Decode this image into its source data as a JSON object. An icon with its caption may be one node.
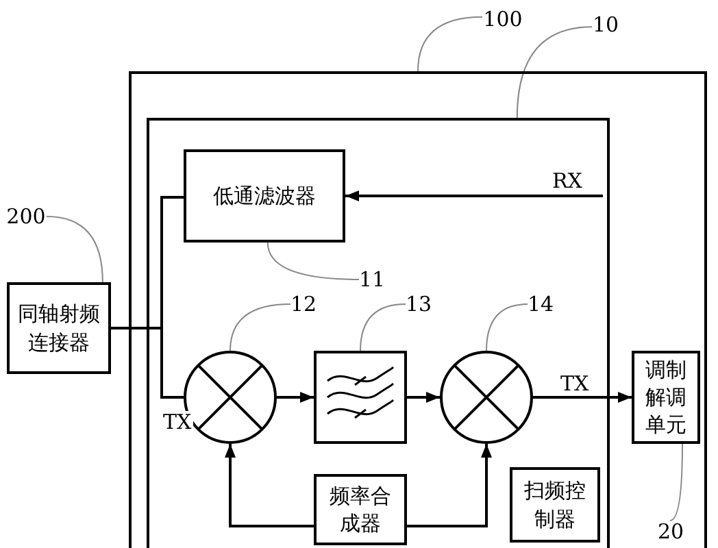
{
  "diagram": {
    "nodes": [
      {
        "text": [
          "100"
        ]
      },
      {
        "text": [
          "10"
        ]
      },
      {
        "text": [],
        "shape": "box"
      },
      {
        "text": [],
        "shape": "box",
        "in": 2
      },
      {
        "text": [
          "低通滤波器"
        ],
        "in": 3
      },
      {
        "text": [
          "200"
        ]
      },
      {
        "text": [
          "同轴射频连接器"
        ]
      },
      {
        "text": [
          "11"
        ],
        "in": 3
      },
      {
        "text": [
          "12"
        ],
        "in": 3
      },
      {
        "text": [
          "13"
        ],
        "in": 3
      },
      {
        "text": [
          "14"
        ],
        "in": 3
      },
      {
        "text": [],
        "shape": "circle",
        "in": 3
      },
      {
        "text": [],
        "shape": "box",
        "in": 3
      },
      {
        "text": [],
        "shape": "circle",
        "in": 3
      },
      {
        "text": [
          "调制解调单元"
        ],
        "in": 2
      },
      {
        "text": [
          "频率合成器"
        ],
        "in": 3
      },
      {
        "text": [
          "扫频控制器"
        ],
        "in": 3
      },
      {
        "text": [
          "20"
        ],
        "in": 2
      }
    ],
    "edges": [
      {
        "from": null,
        "to": 4,
        "arrow": "to",
        "label": "RX"
      },
      {
        "from": 6,
        "to": 4,
        "arrow": "none"
      },
      {
        "from": 6,
        "to": 11,
        "arrow": "none",
        "label": "TX"
      },
      {
        "from": 11,
        "to": 12,
        "arrow": "to"
      },
      {
        "from": 12,
        "to": 13,
        "arrow": "to"
      },
      {
        "from": 13,
        "to": 14,
        "arrow": "to",
        "label": "TX"
      },
      {
        "from": 15,
        "to": 11,
        "arrow": "to"
      },
      {
        "from": 15,
        "to": 13,
        "arrow": "to"
      },
      {
        "from": 0,
        "to": 2,
        "arrow": "none",
        "color": "#888888"
      },
      {
        "from": 1,
        "to": 3,
        "arrow": "none",
        "color": "#888888"
      },
      {
        "from": 5,
        "to": 6,
        "arrow": "none",
        "color": "#888888"
      },
      {
        "from": 7,
        "to": 4,
        "arrow": "none",
        "color": "#888888"
      },
      {
        "from": 8,
        "to": 11,
        "arrow": "none",
        "color": "#888888"
      },
      {
        "from": 9,
        "to": 12,
        "arrow": "none",
        "color": "#888888"
      },
      {
        "from": 10,
        "to": 13,
        "arrow": "none",
        "color": "#888888"
      },
      {
        "from": 17,
        "to": 14,
        "arrow": "none",
        "color": "#888888"
      }
    ]
  }
}
